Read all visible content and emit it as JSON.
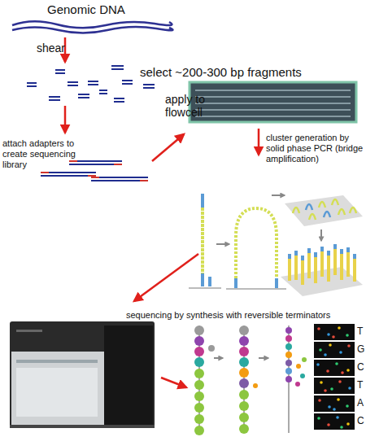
{
  "diagram": {
    "labels": [
      "Genomic DNA",
      "shear",
      "select ~200-300 bp fragments",
      "attach adapters to create sequencing library",
      "apply to flowcell",
      "cluster generation by solid phase PCR (bridge amplification)",
      "sequencing by synthesis with reversible terminators",
      "T",
      "G",
      "C",
      "T",
      "A",
      "C"
    ]
  }
}
